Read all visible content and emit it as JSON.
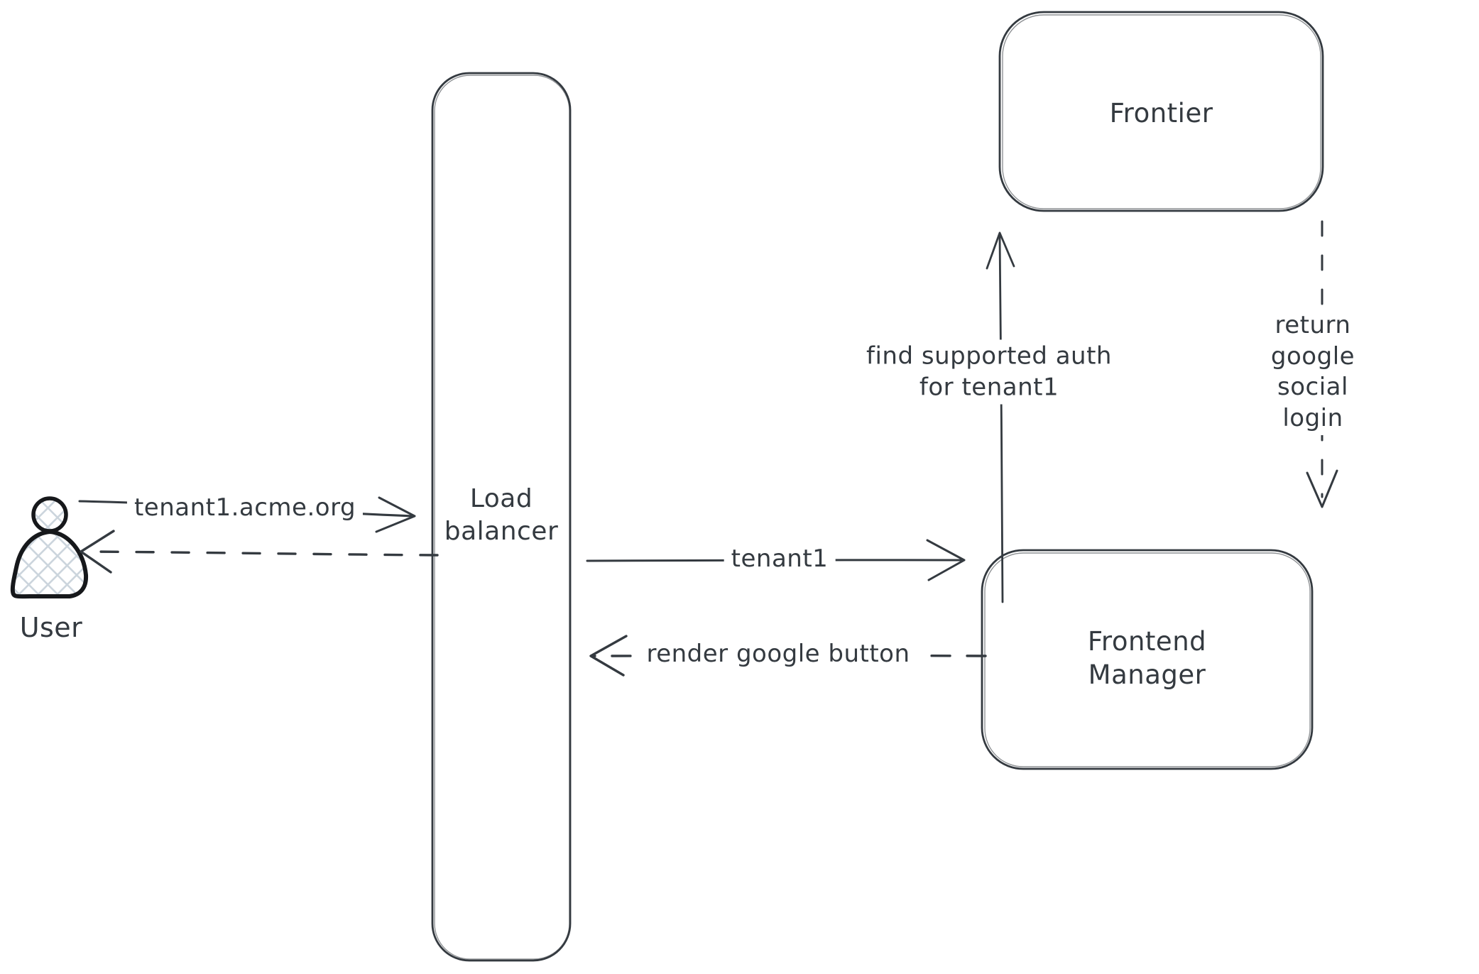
{
  "diagram": {
    "colors": {
      "background": "#ffffff",
      "stroke": "#343a40",
      "figure_outline": "#16181b",
      "figure_hatch_fill": "#ccd5dd"
    },
    "nodes": {
      "user": {
        "label": "User",
        "icon": "person-icon"
      },
      "load_balancer": {
        "label": "Load\nbalancer",
        "shape": "tall rounded rectangle"
      },
      "frontier": {
        "label": "Frontier",
        "shape": "rounded rectangle"
      },
      "frontend_manager": {
        "label": "Frontend\nManager",
        "shape": "rounded rectangle"
      }
    },
    "edges": {
      "user_to_lb": {
        "label": "tenant1.acme.org",
        "line": "solid",
        "from": "User",
        "to": "Load balancer"
      },
      "lb_to_user": {
        "label": "",
        "line": "dashed",
        "from": "Load balancer",
        "to": "User"
      },
      "lb_to_fm": {
        "label": "tenant1",
        "line": "solid",
        "from": "Load balancer",
        "to": "Frontend Manager"
      },
      "fm_to_lb": {
        "label": "render google button",
        "line": "dashed",
        "from": "Frontend Manager",
        "to": "Load balancer"
      },
      "fm_to_frontier": {
        "label": "find supported auth\nfor tenant1",
        "line": "solid",
        "from": "Frontend Manager",
        "to": "Frontier"
      },
      "frontier_to_fm": {
        "label": "return google social\nlogin",
        "line": "dashed",
        "from": "Frontier",
        "to": "Frontend Manager"
      }
    }
  }
}
